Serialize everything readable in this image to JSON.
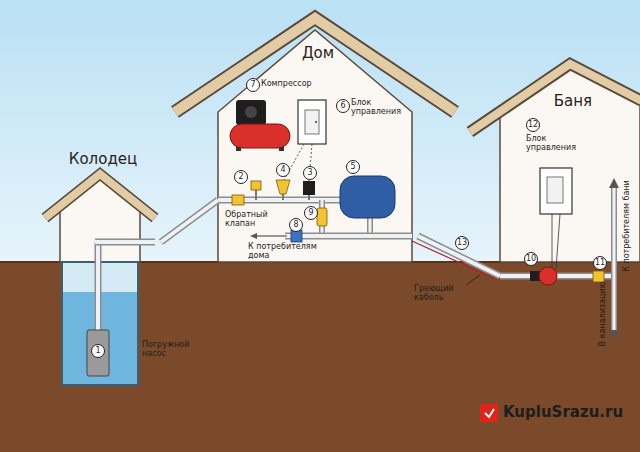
{
  "diagram": {
    "nodes": [
      {
        "text": [
          "Колодец"
        ]
      },
      {
        "text": [
          "Дом"
        ]
      },
      {
        "text": [
          "Баня"
        ]
      }
    ],
    "edges": [
      {
        "from": 0,
        "to": 1,
        "arrow": "none"
      },
      {
        "from": 1,
        "to": 2,
        "arrow": "none"
      }
    ],
    "labels": [
      "7",
      "Компрессор",
      "6",
      "Блок управления",
      "2",
      "4",
      "3",
      "5",
      "Обратный клапан",
      "8",
      "9",
      "К потребителям дома",
      "1",
      "Погружной насос",
      "13",
      "Греющий кабель",
      "12",
      "Блок управления",
      "10",
      "11",
      "К потребителям бани",
      "В канализацию",
      "KupluSrazu.ru"
    ]
  }
}
